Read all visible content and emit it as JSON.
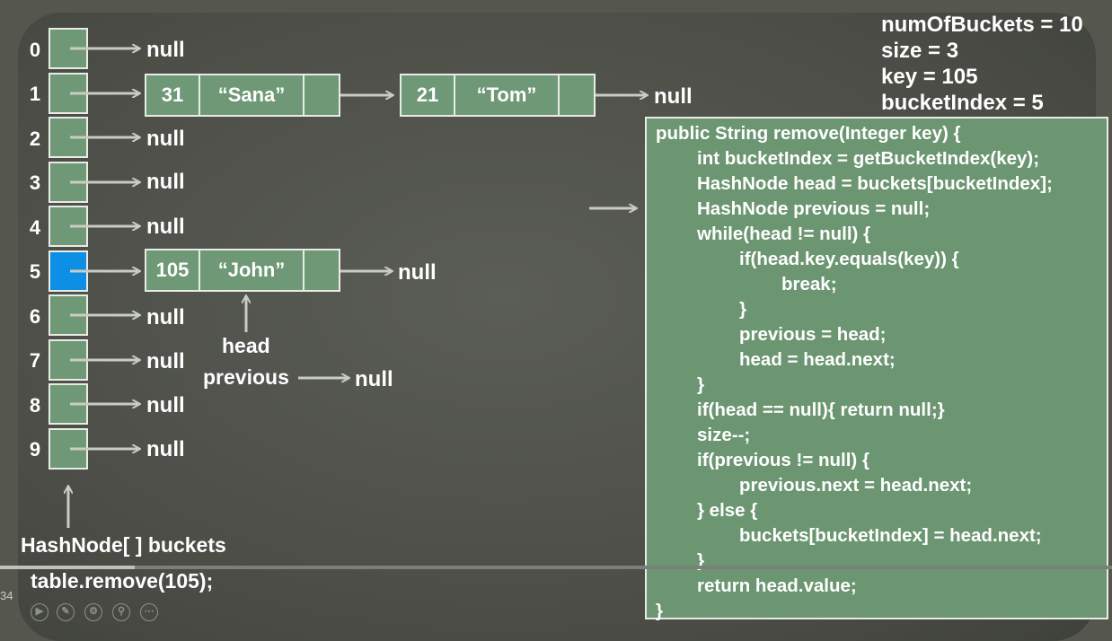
{
  "bucket_indices": [
    "0",
    "1",
    "2",
    "3",
    "4",
    "5",
    "6",
    "7",
    "8",
    "9"
  ],
  "null_label": "null",
  "nodes": {
    "sana": {
      "key": "31",
      "value": "“Sana”"
    },
    "tom": {
      "key": "21",
      "value": "“Tom”"
    },
    "john": {
      "key": "105",
      "value": "“John”"
    }
  },
  "labels": {
    "head": "head",
    "previous": "previous",
    "buckets_array": "HashNode[ ] buckets",
    "call": "table.remove(105);"
  },
  "variables": [
    "numOfBuckets = 10",
    "size = 3",
    "key = 105",
    "bucketIndex = 5"
  ],
  "code_lines": [
    "public String remove(Integer key) {",
    "int bucketIndex = getBucketIndex(key);",
    "HashNode head = buckets[bucketIndex];",
    "HashNode previous = null;",
    "while(head != null) {",
    "if(head.key.equals(key)) {",
    "break;",
    "}",
    "previous = head;",
    "head = head.next;",
    "}",
    "if(head == null){ return null;}",
    "size--;",
    "if(previous != null) {",
    "previous.next = head.next;",
    "} else {",
    "buckets[bucketIndex] = head.next;",
    "}",
    "return head.value;",
    "}"
  ],
  "player": {
    "time_fragment": "34",
    "controls": [
      "play-icon",
      "edit-icon",
      "settings-icon",
      "zoom-icon",
      "more-icon"
    ]
  },
  "colors": {
    "cell_fill": "#6e9876",
    "highlight": "#0e8fe6",
    "code_bg": "#6c9672",
    "arrow": "#c9ccc3"
  }
}
